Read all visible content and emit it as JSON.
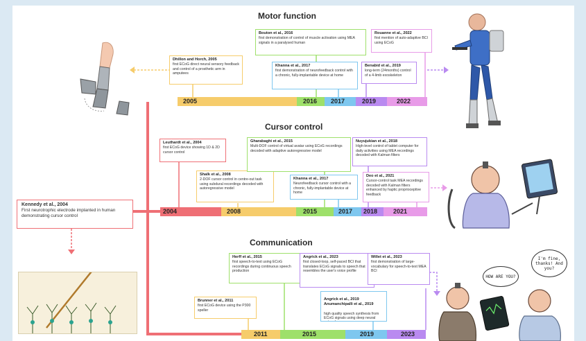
{
  "sections": {
    "motor": "Motor function",
    "cursor": "Cursor control",
    "communication": "Communication"
  },
  "kennedy": {
    "title": "Kennedy et al., 2004",
    "text": "First neurotrophic electrode implanted in human demonstrating cursor control"
  },
  "motor": {
    "years": [
      "2005",
      "2016",
      "2017",
      "2019",
      "2022"
    ],
    "boxes": [
      {
        "title": "Dhillon and Horch, 2005",
        "text": "first ECoG direct neural sensory feedback and control of a prosthetic arm in amputees"
      },
      {
        "title": "Bouton et al., 2016",
        "text": "first demonstration of control of muscle activation using MEA signals in a paralysed human"
      },
      {
        "title": "Khanna et al., 2017",
        "text": "first demonstration of neurofeedback control with a chronic, fully-implantable device at home"
      },
      {
        "title": "Benabid et al., 2019",
        "text": "long-term (24months) control of a 4-limb exoskeleton"
      },
      {
        "title": "Rouanne et al., 2022",
        "text": "first mention of auto-adaptive BCI using ECoG"
      }
    ]
  },
  "cursor": {
    "years": [
      "2004",
      "2008",
      "2015",
      "2017",
      "2018",
      "2021"
    ],
    "boxes": [
      {
        "title": "Leuthardt et al., 2004",
        "text": "first ECoG device showing 1D & 2D cursor control"
      },
      {
        "title": "Shalk et al., 2008",
        "text": "2-DOF cursor control in centre-out task using subdural recordings decoded with autoregressive model"
      },
      {
        "title": "Gharabaghi et al., 2015",
        "text": "Multi-DOF control of virtual avatar using ECoG recordings decoded with adaptive autoregressive model"
      },
      {
        "title": "Khanna et al., 2017",
        "text": "Neurofeedback cursor control with a chronic, fully-implantable device at home"
      },
      {
        "title": "Nuyujukian et al., 2018",
        "text": "High-level control of tablet computer for daily activities using MEA recordings decoded with Kalman filters"
      },
      {
        "title": "Deo et al., 2021",
        "text": "Cursor-control task MEA recordings decoded with Kalman filters enhanced by haptic proprioceptive feedback"
      }
    ]
  },
  "communication": {
    "years": [
      "2011",
      "2015",
      "2019",
      "2023"
    ],
    "boxes": [
      {
        "title": "Herff et al., 2015",
        "text": "first speech-to-text using ECoG recordings during continuous speech production"
      },
      {
        "title": "Brunner et al., 2011",
        "text": "first ECoG device using the P300 speller"
      },
      {
        "title": "Angrick et al., 2023",
        "text": "first closed-loop, self-paced BCI that translates ECoG signals to speech that resembles the user's voice profile"
      },
      {
        "title": "Angrick et al., 2019\nAnumanchipalli et al., 2019",
        "text": "high quality speech synthesis from ECoG signals using deep neural networks"
      },
      {
        "title": "Willet et al., 2023",
        "text": "first demonstration of large-vocabulary for speech-to-text MEA BCI"
      }
    ],
    "bubbles": {
      "left": "HOW ARE YOU?",
      "right": "I'm fine, thanks! And you?"
    }
  },
  "colors": {
    "red": "#ef6f75",
    "yellow": "#f6cc6b",
    "green": "#9ee06a",
    "blue": "#7ec7ef",
    "violet": "#b98af0",
    "magenta": "#e89be8",
    "cream": "#f7f0dc"
  }
}
